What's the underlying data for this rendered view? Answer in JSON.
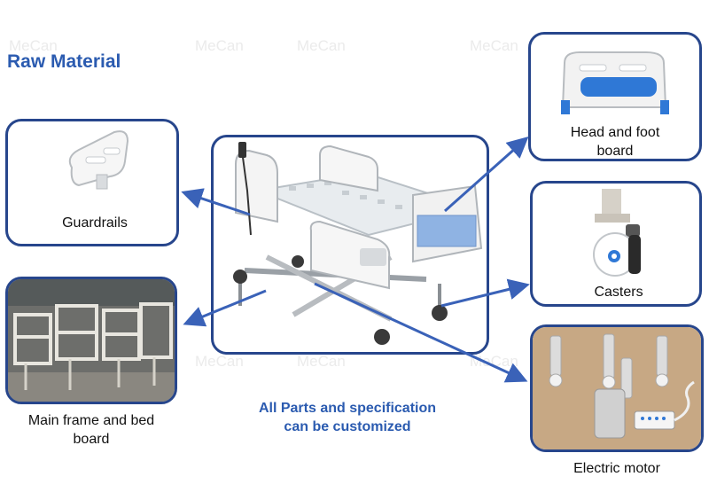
{
  "title": "Raw Material",
  "watermark": "MeCan",
  "note": {
    "line1": "All Parts and specification",
    "line2": "can be customized"
  },
  "parts": {
    "head_foot": {
      "line1": "Head and foot",
      "line2": "board"
    },
    "guardrails": {
      "label": "Guardrails"
    },
    "casters": {
      "label": "Casters"
    },
    "main_frame": {
      "line1": "Main frame and bed",
      "line2": "board"
    },
    "motor": {
      "label": "Electric motor"
    }
  },
  "colors": {
    "title": "#2b5bb0",
    "border": "#27468c",
    "arrow": "#3a62b8",
    "bed_blue": "#8fb3e3"
  }
}
